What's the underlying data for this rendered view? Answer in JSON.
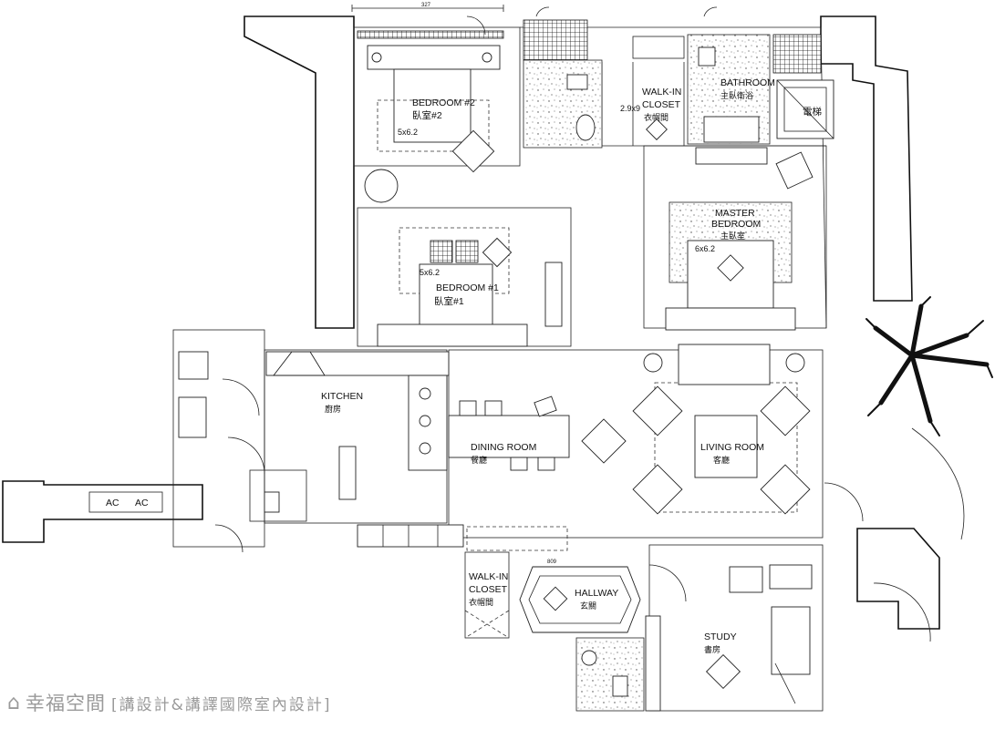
{
  "rooms": {
    "bedroom2": {
      "en": "BEDROOM #2",
      "zh": "臥室#2",
      "bed": "5x6.2"
    },
    "bedroom1": {
      "en": "BEDROOM #1",
      "zh": "臥室#1",
      "bed": "5x6.2"
    },
    "walkin_closet_top": {
      "en1": "WALK-IN",
      "en2": "CLOSET",
      "zh": "衣帽間",
      "dim": "2.9x9"
    },
    "bathroom": {
      "en": "BATHROOM",
      "zh": "主臥衛浴"
    },
    "elevator": {
      "zh": "電梯"
    },
    "master": {
      "en1": "MASTER",
      "en2": "BEDROOM",
      "zh": "主臥室",
      "bed": "6x6.2"
    },
    "kitchen": {
      "en": "KITCHEN",
      "zh": "廚房"
    },
    "dining": {
      "en": "DINING ROOM",
      "zh": "餐廳"
    },
    "living": {
      "en": "LIVING ROOM",
      "zh": "客廳"
    },
    "walkin_closet_bottom": {
      "en1": "WALK-IN",
      "en2": "CLOSET",
      "zh": "衣帽間"
    },
    "hallway": {
      "en": "HALLWAY",
      "zh": "玄關"
    },
    "study": {
      "en": "STUDY",
      "zh": "書房"
    }
  },
  "ac": {
    "unit1": "AC",
    "unit2": "AC"
  },
  "dimensions": {
    "top": "327",
    "hallway": "809"
  },
  "watermark": {
    "brand": "幸福空間",
    "tagline": "[講設計&講譯國際室內設計]"
  }
}
